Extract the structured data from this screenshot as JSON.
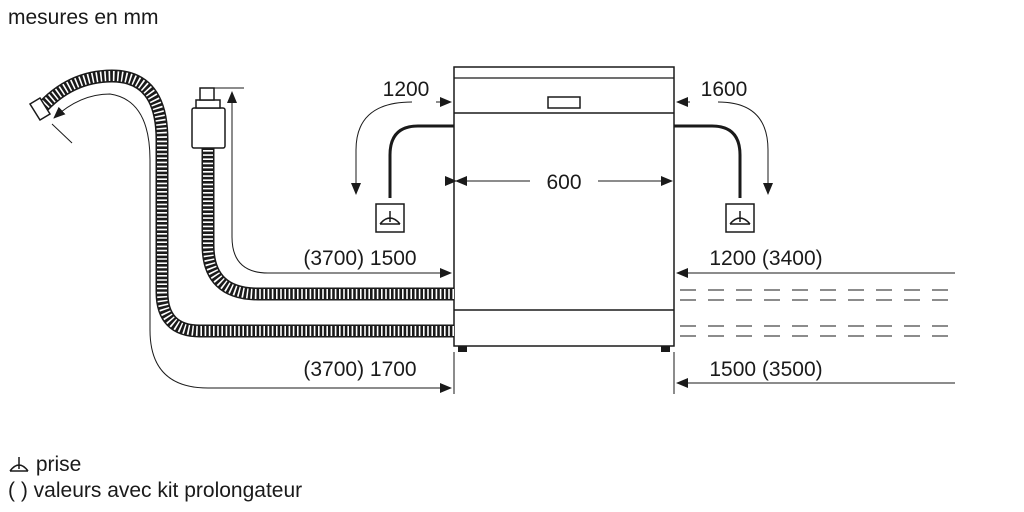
{
  "title": "mesures en mm",
  "dimensions": {
    "width": "600",
    "power_cord_left": "1200",
    "power_cord_right": "1600",
    "drain_hose_left": "(3700) 1500",
    "inlet_hose_left": "(3700) 1700",
    "drain_hose_right": "1200 (3400)",
    "inlet_hose_right": "1500 (3500)"
  },
  "legend": {
    "socket_label": "prise",
    "extension_symbol": "( )",
    "extension_label": "valeurs avec kit prolongateur"
  },
  "colors": {
    "line": "#1a1a1a",
    "hose": "#1a1a1a",
    "background": "#ffffff"
  }
}
